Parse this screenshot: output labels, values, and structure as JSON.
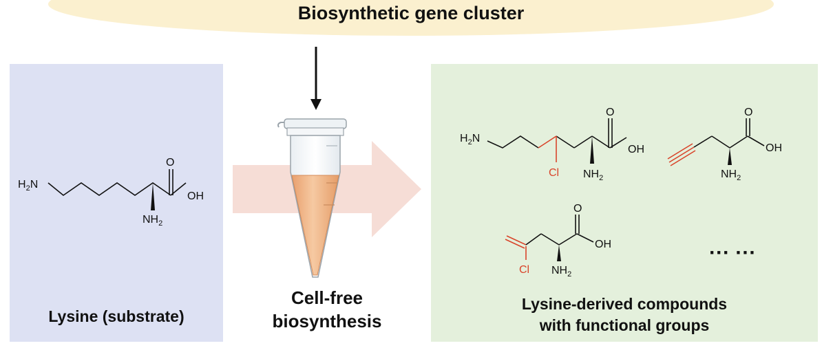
{
  "header": {
    "title": "Biosynthetic gene cluster"
  },
  "substrate": {
    "caption": "Lysine (substrate)",
    "labels": {
      "amine": "H2N",
      "carbonyl": "O",
      "hydroxyl": "OH",
      "alpha_amine": "NH2"
    }
  },
  "process": {
    "caption_line1": "Cell-free",
    "caption_line2": "biosynthesis"
  },
  "products": {
    "caption_line1": "Lysine-derived compounds",
    "caption_line2": "with functional groups",
    "compound1": {
      "amine": "H2N",
      "carbonyl": "O",
      "hydroxyl": "OH",
      "alpha_amine": "NH2",
      "substituent": "Cl"
    },
    "compound2": {
      "carbonyl": "O",
      "hydroxyl": "OH",
      "alpha_amine": "NH2"
    },
    "compound3": {
      "carbonyl": "O",
      "hydroxyl": "OH",
      "alpha_amine": "NH2",
      "substituent": "Cl"
    },
    "ellipsis": "··· ···"
  },
  "colors": {
    "banner": "#fbf0cf",
    "substrate_panel": "#dde1f3",
    "product_panel": "#e4f0dc",
    "flow_arrow": "#f6ddd6",
    "functional_group": "#d9442a",
    "tube_liquid": "#f0b487"
  }
}
